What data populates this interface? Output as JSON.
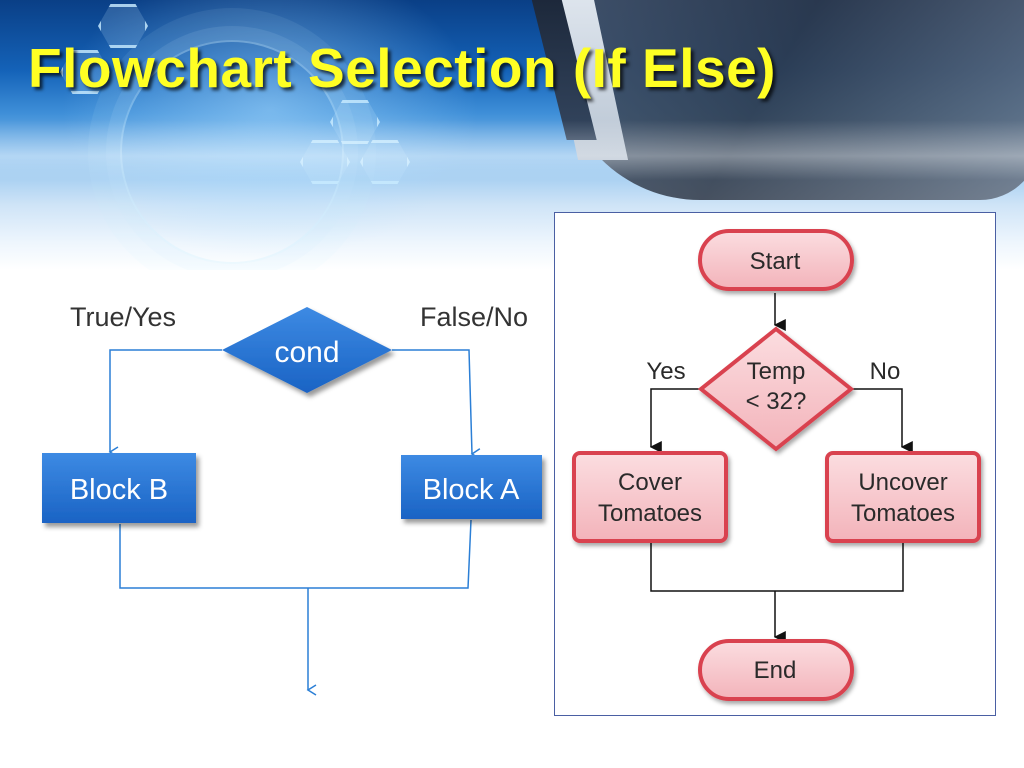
{
  "slide": {
    "title": "Flowchart Selection (If Else)",
    "title_color": "#ffff24"
  },
  "left_diagram": {
    "true_label": "True/Yes",
    "false_label": "False/No",
    "condition": "cond",
    "block_true": "Block B",
    "block_false": "Block A",
    "shape_color": "#1f6fd0",
    "line_color": "#2b7fd6"
  },
  "right_diagram": {
    "start": "Start",
    "decision_line1": "Temp",
    "decision_line2": "< 32?",
    "yes_label": "Yes",
    "no_label": "No",
    "yes_action_line1": "Cover",
    "yes_action_line2": "Tomatoes",
    "no_action_line1": "Uncover",
    "no_action_line2": "Tomatoes",
    "end": "End",
    "node_fill": "#f7c8cc",
    "node_border": "#d9434f"
  }
}
